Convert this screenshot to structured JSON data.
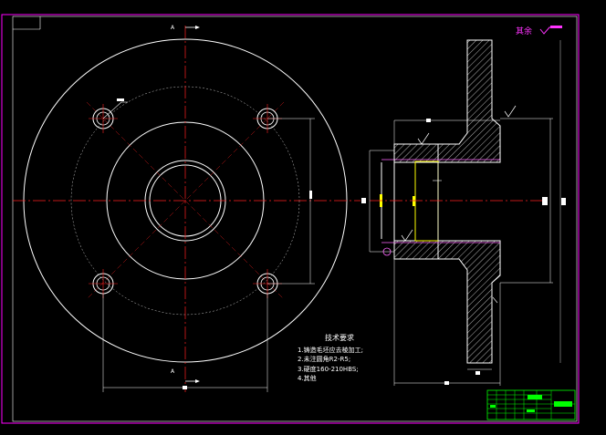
{
  "roughness_note": "其余",
  "section_mark_top": "A",
  "section_mark_bottom": "A",
  "tech_requirements": {
    "title": "技术要求",
    "items": [
      "1.铸造毛坯应去棱加工;",
      "2.未注圆角R2-R5;",
      "3.硬度160-210HBS;",
      "4.其他"
    ]
  },
  "colors": {
    "frame": "#ff00ff",
    "centerline": "#ff2020",
    "outline": "#ffffff",
    "bore": "#ffff00",
    "hatch": "#ffffff",
    "titleblock": "#00ff00"
  },
  "icons": [
    "surface-roughness-icon",
    "section-arrow-icon",
    "bolt-hole-icon"
  ]
}
